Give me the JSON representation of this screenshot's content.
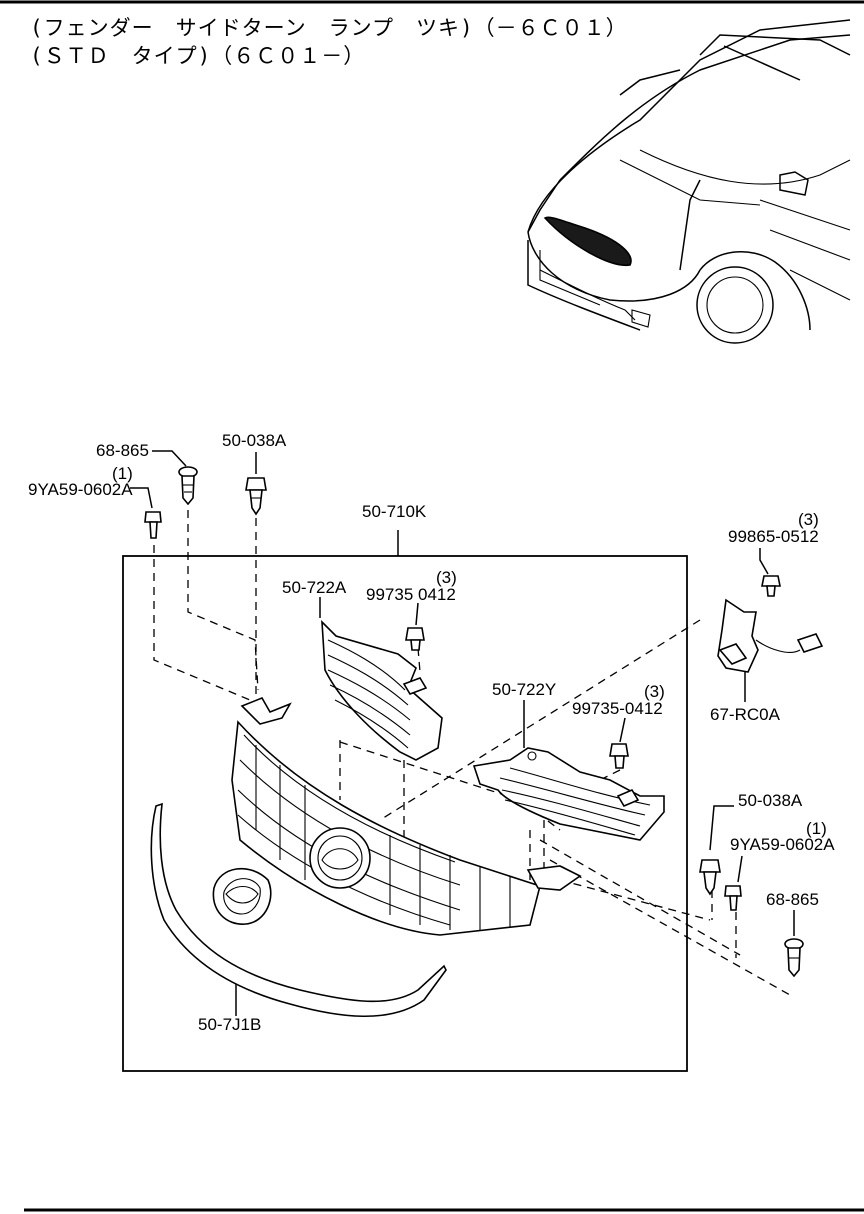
{
  "header": {
    "line1": "(フェンダー　サイドターン　ランプ　ツキ)（－６Ｃ０１）",
    "line2": "(ＳＴＤ　タイプ)（６Ｃ０１－）"
  },
  "callouts": {
    "p1": "68-865",
    "p2": "50-038A",
    "p3": "(1)",
    "p4": "9YA59-0602A",
    "p5": "50-710K",
    "p6": "(3)",
    "p7": "99865-0512",
    "p8": "50-722A",
    "p9": "(3)",
    "p10": "99735 0412",
    "p11": "67-RC0A",
    "p12": "50-722Y",
    "p13": "(3)",
    "p14": "99735-0412",
    "p15": "50-038A",
    "p16": "(1)",
    "p17": "9YA59-0602A",
    "p18": "68-865",
    "p19": "50-7J1B"
  }
}
